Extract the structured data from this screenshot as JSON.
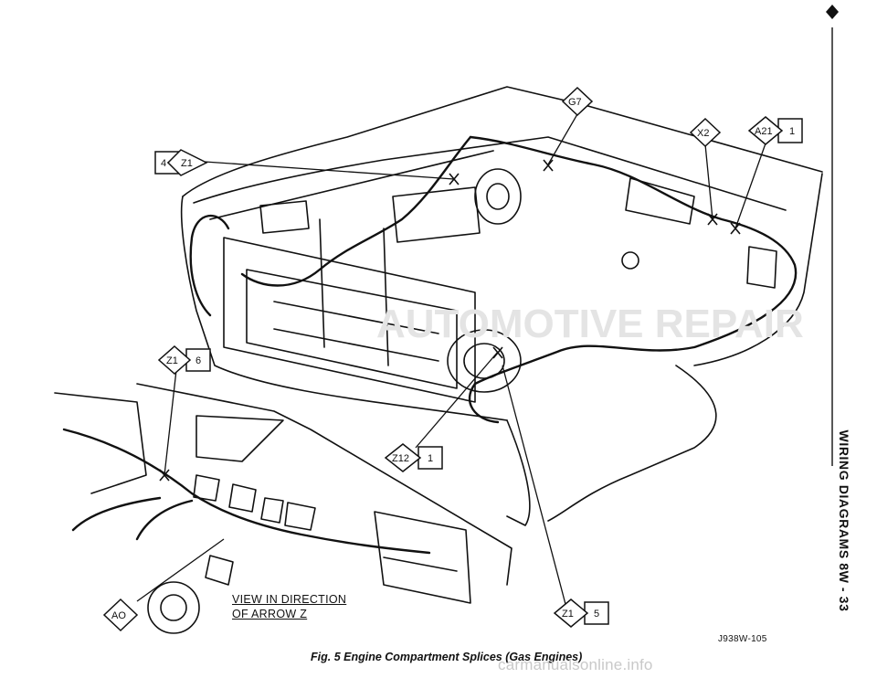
{
  "labels": {
    "g7": "G7",
    "x2": "X2",
    "a21": "A21",
    "a21_num": "1",
    "z1_top": "Z1",
    "z1_top_num": "4",
    "z1_mid": "Z1",
    "z1_mid_num": "6",
    "z12": "Z12",
    "z12_num": "1",
    "z1_bot": "Z1",
    "z1_bot_num": "5",
    "ao": "AO"
  },
  "view_caption": [
    "VIEW IN DIRECTION",
    "OF ARROW Z"
  ],
  "part_number": "J938W-105",
  "figure_caption": "Fig. 5 Engine Compartment Splices (Gas Engines)",
  "side_title": "WIRING DIAGRAMS   8W - 33",
  "watermark": "AUTOMOTIVE REPAIR",
  "footer_url": "carmanualsonline.info",
  "colors": {
    "ink": "#111111",
    "paper": "#ffffff",
    "watermark": "#e4e4e4",
    "url": "#c9c9c9"
  }
}
